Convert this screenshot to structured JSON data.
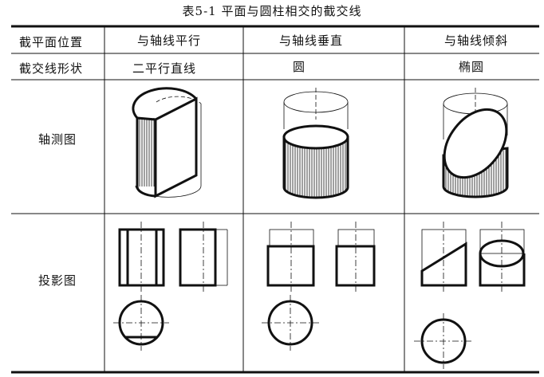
{
  "caption": "表5-1   平面与圆柱相交的截交线",
  "header": {
    "row1_label": "截平面位置",
    "row2_label": "截交线形状",
    "columns": [
      {
        "position": "与轴线平行",
        "shape": "二平行直线"
      },
      {
        "position": "与轴线垂直",
        "shape": "圆"
      },
      {
        "position": "与轴线倾斜",
        "shape": "椭圆"
      }
    ]
  },
  "rows": {
    "axonometric_label": "轴测图",
    "projection_label": "投影图"
  }
}
